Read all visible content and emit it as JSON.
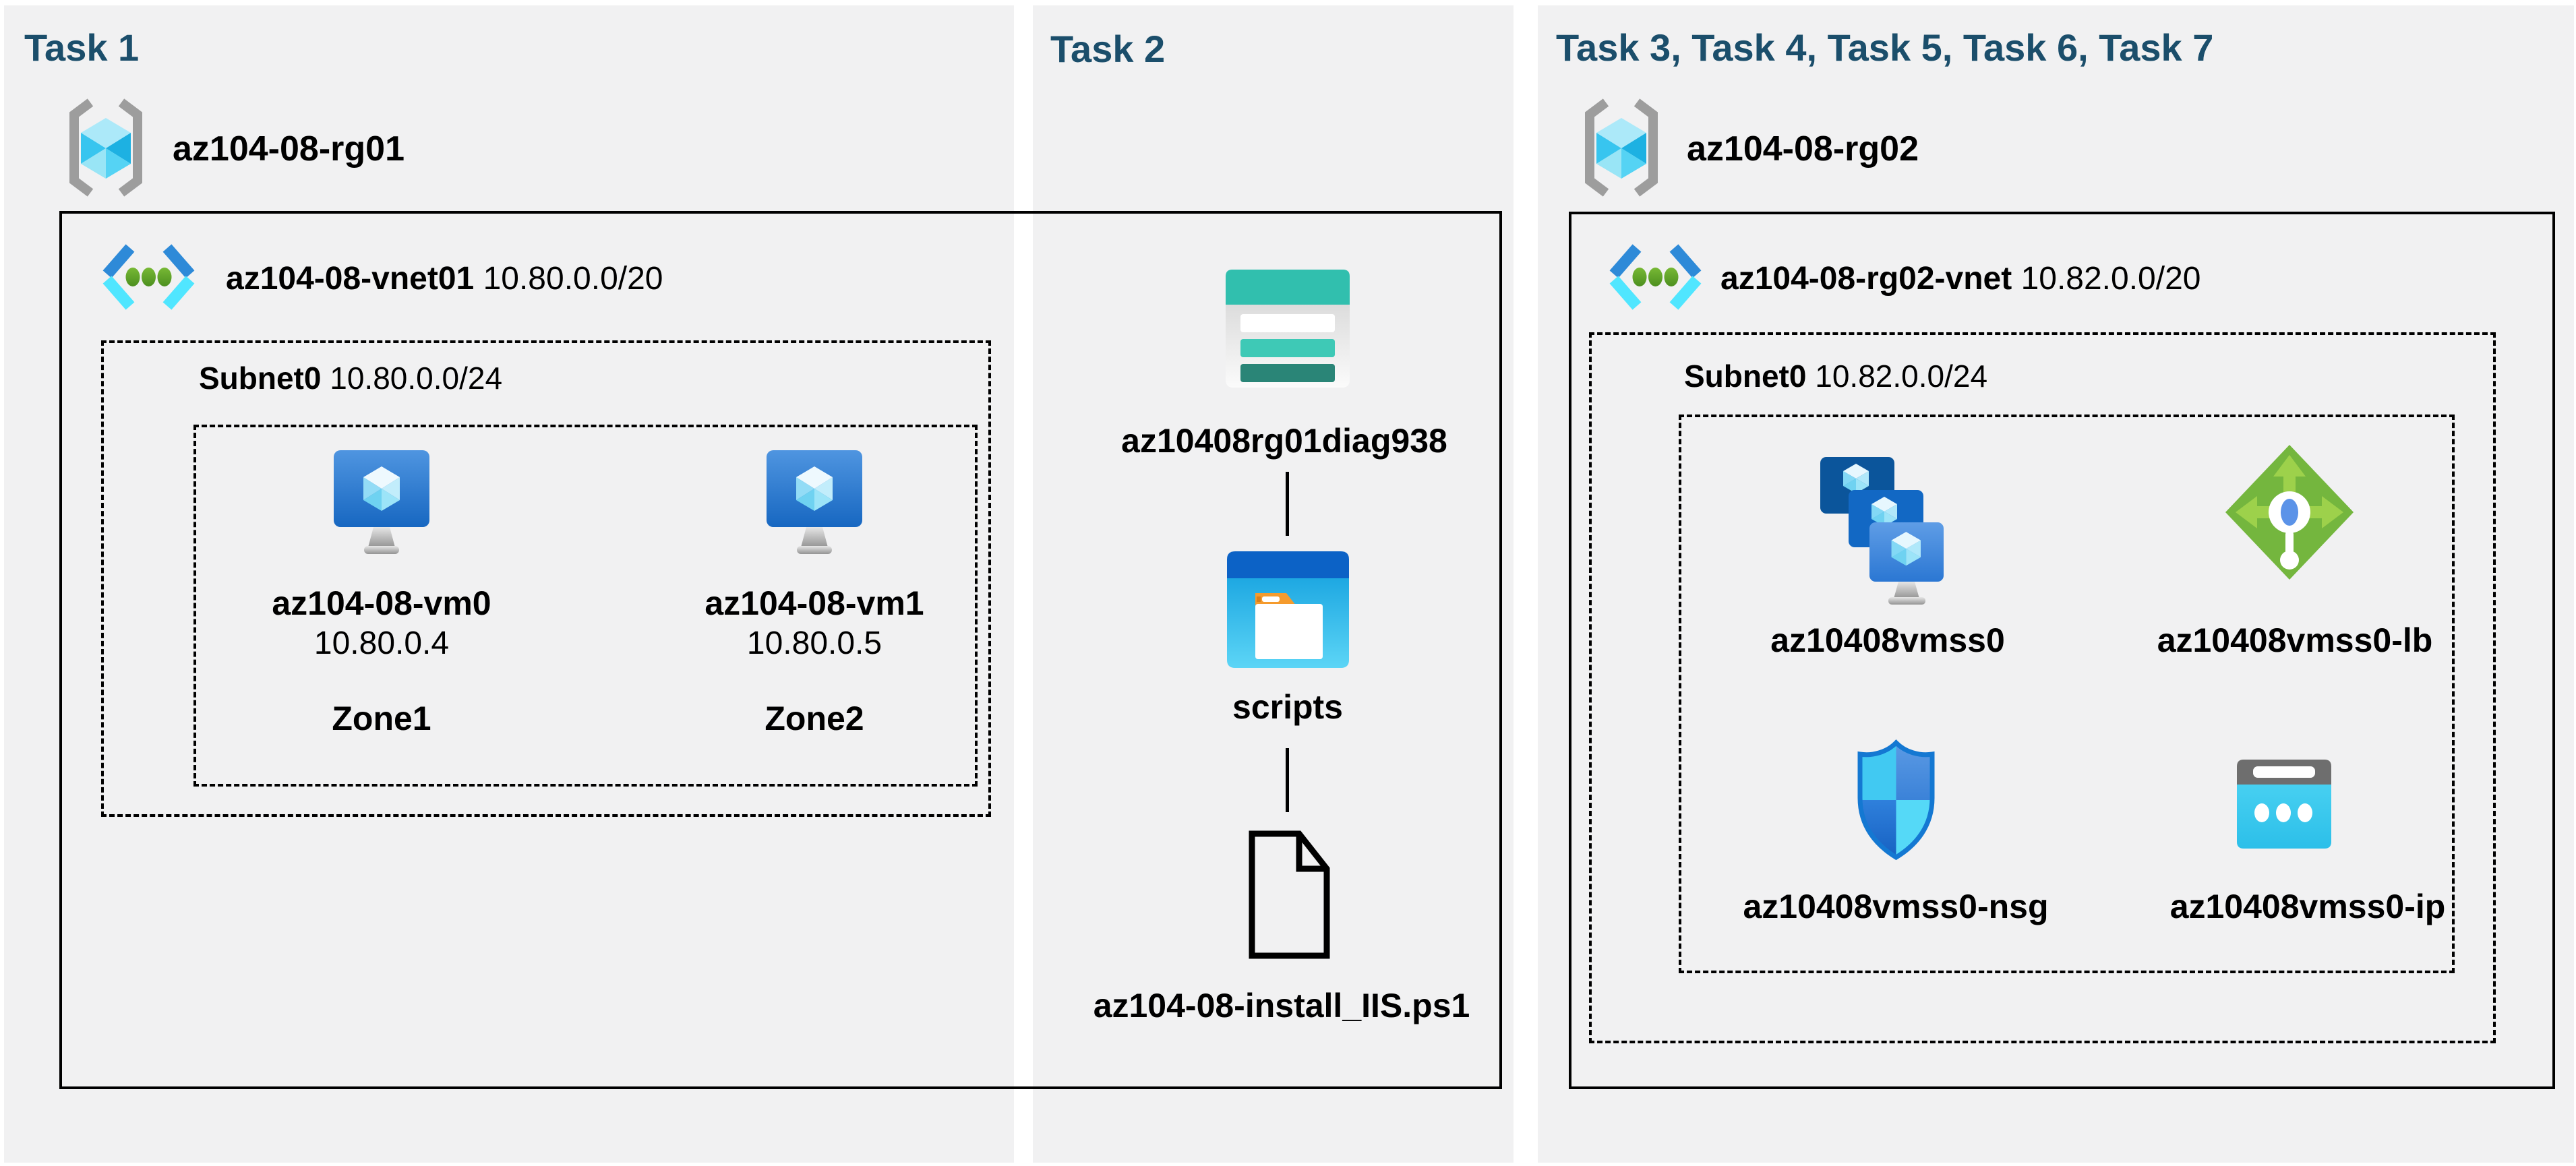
{
  "task1": {
    "title": "Task 1",
    "resource_group": "az104-08-rg01",
    "vnet": {
      "name": "az104-08-vnet01",
      "cidr": "10.80.0.0/20"
    },
    "subnet": {
      "name": "Subnet0",
      "cidr": "10.80.0.0/24"
    },
    "vms": [
      {
        "name": "az104-08-vm0",
        "ip": "10.80.0.4",
        "zone": "Zone1"
      },
      {
        "name": "az104-08-vm1",
        "ip": "10.80.0.5",
        "zone": "Zone2"
      }
    ]
  },
  "task2": {
    "title": "Task 2",
    "storage_account": "az10408rg01diag938",
    "folder": "scripts",
    "file": "az104-08-install_IIS.ps1"
  },
  "task3": {
    "title": "Task 3, Task 4, Task 5, Task 6, Task 7",
    "resource_group": "az104-08-rg02",
    "vnet": {
      "name": "az104-08-rg02-vnet",
      "cidr": "10.82.0.0/20"
    },
    "subnet": {
      "name": "Subnet0",
      "cidr": "10.82.0.0/24"
    },
    "vmss": "az10408vmss0",
    "load_balancer": "az10408vmss0-lb",
    "nsg": "az10408vmss0-nsg",
    "public_ip": "az10408vmss0-ip"
  },
  "colors": {
    "panel_background": "#f1f1f2",
    "task_title": "#1b4e6b",
    "box_border": "#000000",
    "azure_blue": "#2e8ad8",
    "azure_cyan": "#50e6ff",
    "vnet_dot_green": "#63a830",
    "storage_teal": "#31bfae",
    "folder_blue": "#0c62c6",
    "lb_green": "#74b63e",
    "nsg_border_blue": "#1478d2",
    "ip_cyan": "#3fcdf0"
  }
}
